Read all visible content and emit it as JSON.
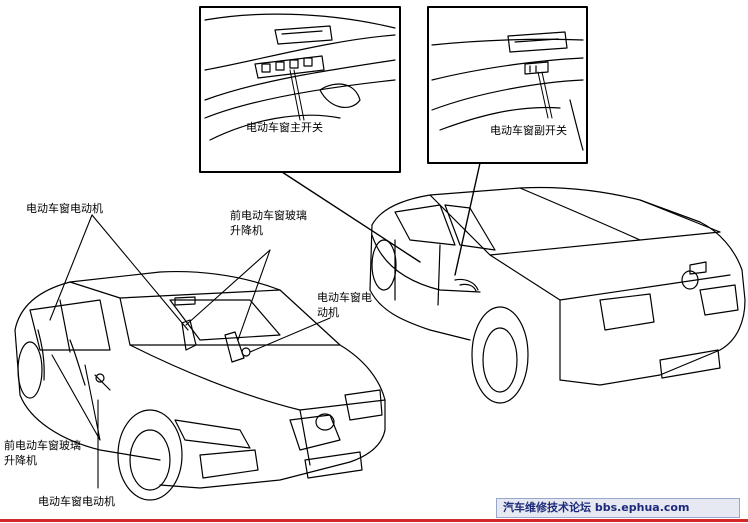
{
  "labels": {
    "main_switch": "电动车窗主开关",
    "sub_switch": "电动车窗副开关",
    "motor_top_left": "电动车窗电动机",
    "front_regulator_top_line1": "前电动车窗玻璃",
    "front_regulator_top_line2": "升降机",
    "motor_right_line1": "电动车窗电",
    "motor_right_line2": "动机",
    "front_regulator_bottom_line1": "前电动车窗玻璃",
    "front_regulator_bottom_line2": "升降机",
    "motor_bottom": "电动车窗电动机"
  },
  "watermark": "汽车维修技术论坛 bbs.ephua.com",
  "colors": {
    "line": "#000000",
    "watermark_bg": "#e6e8f2",
    "watermark_text": "#1d2a7a",
    "bottom_rule": "#d62828"
  }
}
